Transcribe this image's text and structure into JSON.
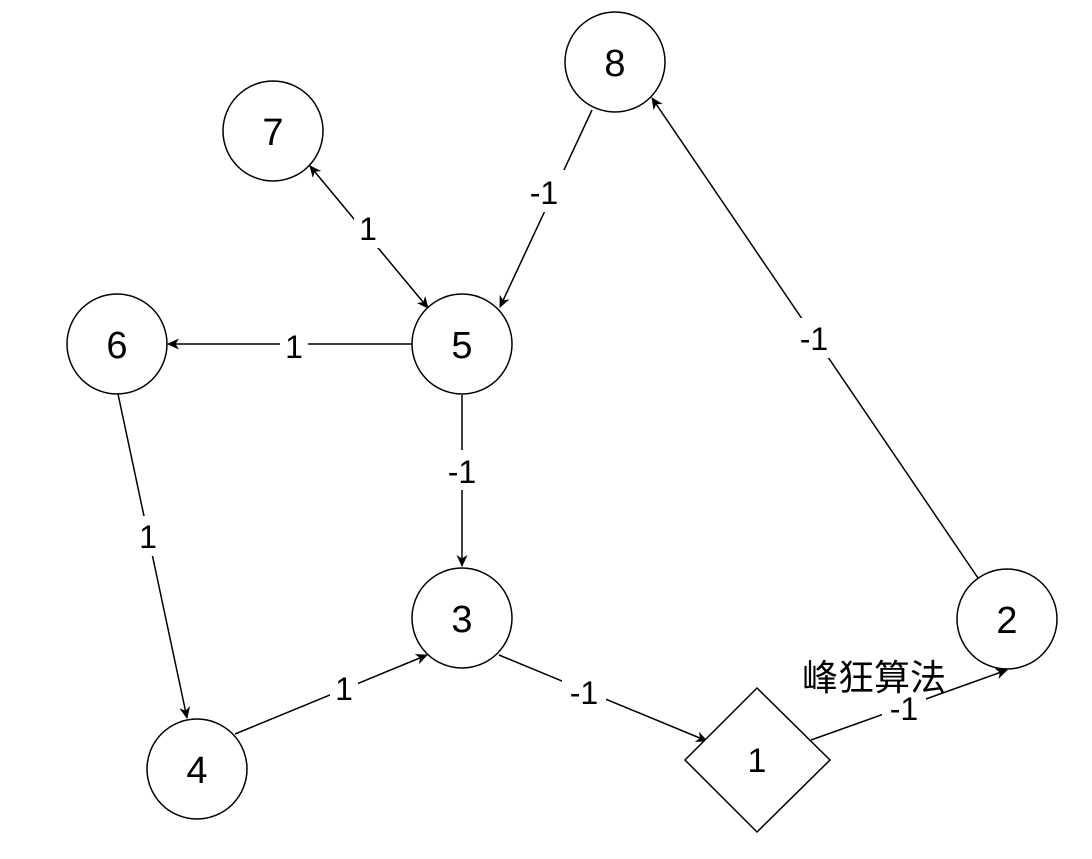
{
  "colors": {
    "stroke": "#000000",
    "background": "#ffffff"
  },
  "nodes": [
    {
      "id": "8",
      "label": "8",
      "shape": "circle"
    },
    {
      "id": "7",
      "label": "7",
      "shape": "circle"
    },
    {
      "id": "6",
      "label": "6",
      "shape": "circle"
    },
    {
      "id": "5",
      "label": "5",
      "shape": "circle"
    },
    {
      "id": "3",
      "label": "3",
      "shape": "circle"
    },
    {
      "id": "4",
      "label": "4",
      "shape": "circle"
    },
    {
      "id": "2",
      "label": "2",
      "shape": "circle"
    },
    {
      "id": "1",
      "label": "1",
      "shape": "diamond"
    }
  ],
  "edges": [
    {
      "from": "8",
      "to": "5",
      "label": "-1",
      "directed": "forward"
    },
    {
      "from": "5",
      "to": "7",
      "label": "1",
      "directed": "both"
    },
    {
      "from": "5",
      "to": "6",
      "label": "1",
      "directed": "forward"
    },
    {
      "from": "5",
      "to": "3",
      "label": "-1",
      "directed": "forward"
    },
    {
      "from": "6",
      "to": "4",
      "label": "1",
      "directed": "forward"
    },
    {
      "from": "4",
      "to": "3",
      "label": "1",
      "directed": "forward"
    },
    {
      "from": "3",
      "to": "1",
      "label": "-1",
      "directed": "forward"
    },
    {
      "from": "1",
      "to": "2",
      "label": "-1",
      "directed": "forward"
    },
    {
      "from": "2",
      "to": "8",
      "label": "-1",
      "directed": "forward"
    }
  ],
  "watermark": {
    "text": "峰狂算法"
  }
}
